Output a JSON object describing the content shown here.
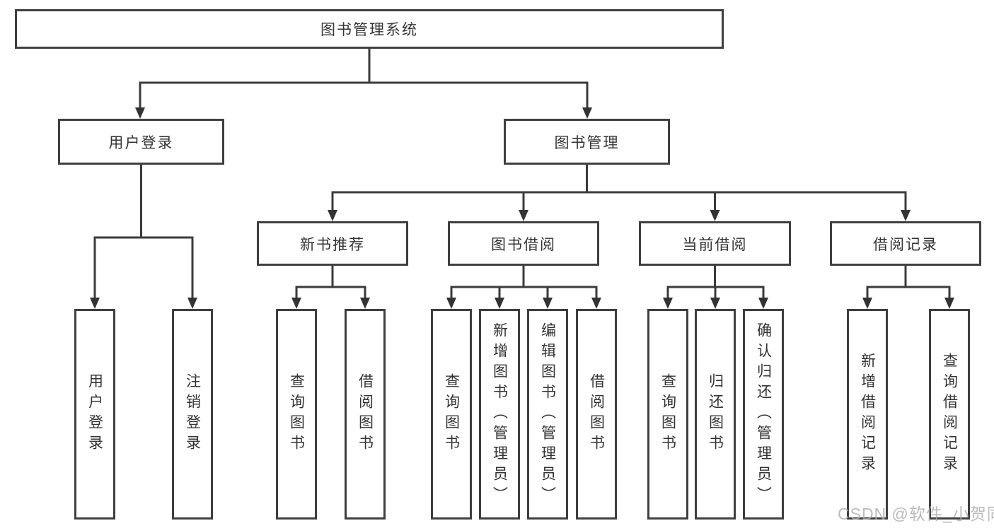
{
  "tree": {
    "root": {
      "label": "图书管理系统"
    },
    "children": [
      {
        "label": "用户登录",
        "children": [
          {
            "label": "用户登录"
          },
          {
            "label": "注销登录"
          }
        ]
      },
      {
        "label": "图书管理",
        "children": [
          {
            "label": "新书推荐",
            "children": [
              {
                "label": "查询图书"
              },
              {
                "label": "借阅图书"
              }
            ]
          },
          {
            "label": "图书借阅",
            "children": [
              {
                "label": "查询图书"
              },
              {
                "label": "新增图书（管理员）"
              },
              {
                "label": "编辑图书（管理员）"
              },
              {
                "label": "借阅图书"
              }
            ]
          },
          {
            "label": "当前借阅",
            "children": [
              {
                "label": "查询图书"
              },
              {
                "label": "归还图书"
              },
              {
                "label": "确认归还（管理员）"
              }
            ]
          },
          {
            "label": "借阅记录",
            "children": [
              {
                "label": "新增借阅记录"
              },
              {
                "label": "查询借阅记录"
              }
            ]
          }
        ]
      }
    ]
  },
  "watermark": {
    "text": "CSDN @软件_小贺同学"
  },
  "colors": {
    "line": "#3b3b3b",
    "border": "#3f3f3f",
    "text": "#333333",
    "watermark": "#ababab"
  }
}
